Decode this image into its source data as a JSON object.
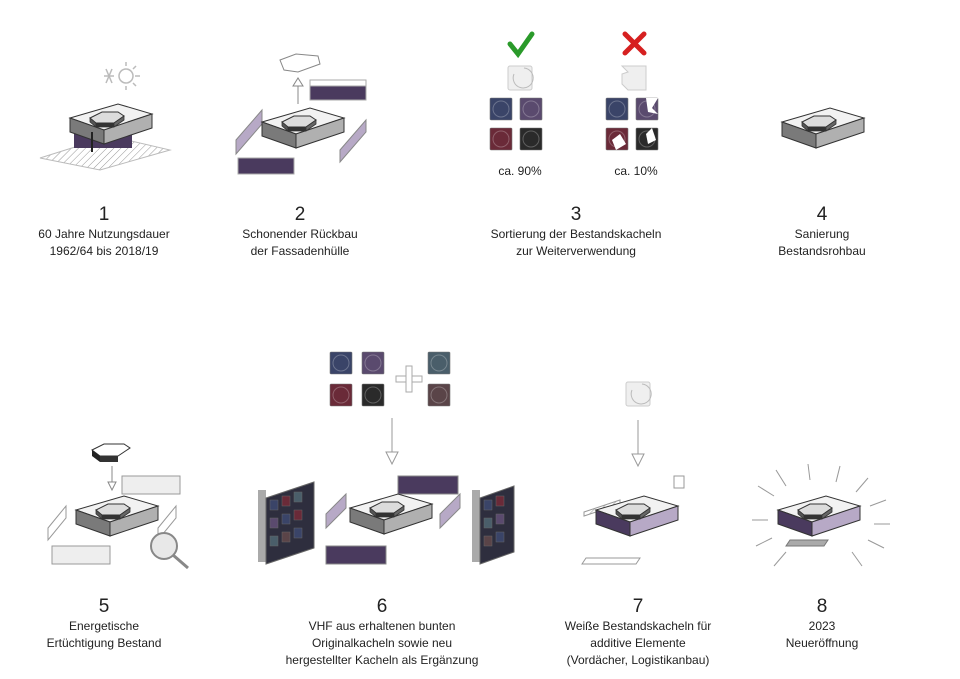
{
  "colors": {
    "purple": "#4a3a5e",
    "purple_light": "#b7a9c6",
    "gray_dark": "#6a6a6a",
    "gray_mid": "#a8a8a8",
    "gray_light": "#d8d8d8",
    "check_green": "#2a9a2a",
    "cross_red": "#d62020",
    "tile_blue": "#3a4468",
    "tile_violet": "#5a4a6e",
    "tile_red": "#6a2a38",
    "tile_black": "#2a2a2a",
    "tile_teal": "#4a5e6a",
    "tile_brown": "#5a4448"
  },
  "icons": {
    "check": "check-icon",
    "cross": "cross-icon",
    "sun_snow": "sun-snowflake-icon",
    "magnifier": "magnifier-icon",
    "plus": "plus-icon"
  },
  "steps": [
    {
      "number": "1",
      "lines": [
        "60 Jahre Nutzungsdauer",
        "1962/64 bis 2018/19"
      ]
    },
    {
      "number": "2",
      "lines": [
        "Schonender Rückbau",
        "der Fassadenhülle"
      ]
    },
    {
      "number": "3",
      "lines": [
        "Sortierung der Bestandskacheln",
        "zur Weiterverwendung"
      ]
    },
    {
      "number": "4",
      "lines": [
        "Sanierung",
        "Bestandsrohbau"
      ]
    },
    {
      "number": "5",
      "lines": [
        "Energetische",
        "Ertüchtigung Bestand"
      ]
    },
    {
      "number": "6",
      "lines": [
        "VHF aus erhaltenen bunten",
        "Originalkacheln sowie neu",
        "hergestellter Kacheln als Ergänzung"
      ]
    },
    {
      "number": "7",
      "lines": [
        "Weiße Bestandskacheln für",
        "additive Elemente",
        "(Vordächer, Logistikanbau)"
      ]
    },
    {
      "number": "8",
      "lines": [
        "2023",
        "Neueröffnung"
      ]
    }
  ],
  "sorting": {
    "reuse_label": "ca. 90%",
    "discard_label": "ca. 10%"
  }
}
